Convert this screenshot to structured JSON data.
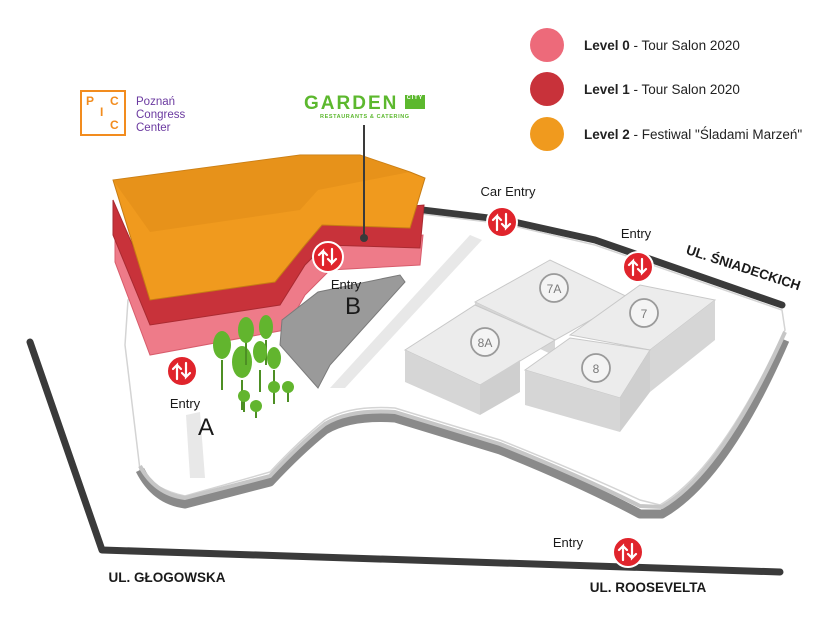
{
  "legend": [
    {
      "level": "Level 0",
      "desc": " - Tour Salon 2020",
      "color": "#ed6a7a"
    },
    {
      "level": "Level 1",
      "desc": " - Tour Salon 2020",
      "color": "#c8323a"
    },
    {
      "level": "Level 2",
      "desc": " - Festiwal \"Śladami Marzeń\"",
      "color": "#f09a1e"
    }
  ],
  "pcc_logo": {
    "mark": [
      "P",
      "C",
      "I",
      "C"
    ],
    "line1": "Poznań",
    "line2": "Congress",
    "line3": "Center",
    "color": "#f28c1e",
    "text_color": "#6b3aa0"
  },
  "garden_logo": {
    "word": "GARDEN",
    "city": "CITY",
    "sub": "RESTAURANTS & CATERING",
    "color": "#5cb82e"
  },
  "entries": {
    "car": "Car Entry",
    "ne": "Entry",
    "a_label": "Entry",
    "a_letter": "A",
    "b_label": "Entry",
    "b_letter": "B",
    "south": "Entry"
  },
  "halls": [
    "7A",
    "7",
    "8A",
    "8"
  ],
  "streets": {
    "glogowska": "UL. GŁOGOWSKA",
    "roosevelta": "UL. ROOSEVELTA",
    "sniadeckich": "UL. ŚNIADECKICH"
  },
  "colors": {
    "road": "#3a3a3a",
    "hall": "#e6e6e6",
    "grey_building": "#9a9a9a",
    "entry_icon": "#e0242c",
    "trees": "#62b52e"
  }
}
